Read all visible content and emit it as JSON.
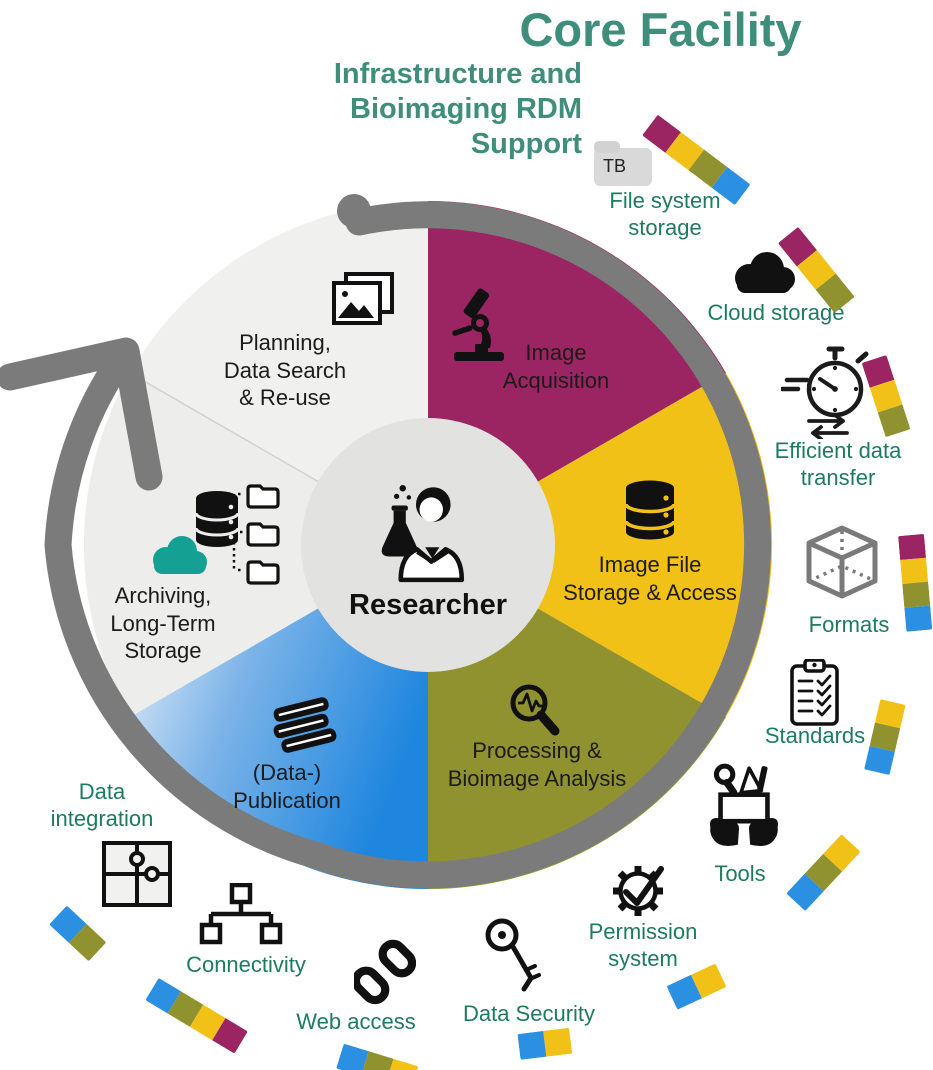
{
  "title": "Core Facility",
  "subtitle": "Infrastructure and\nBioimaging RDM\nSupport",
  "center": {
    "label": "Researcher",
    "icon": "researcher-icon"
  },
  "segments": [
    {
      "label": "Image\nAcquisition",
      "icon": "microscope-icon",
      "color": "maroon"
    },
    {
      "label": "Image File\nStorage & Access",
      "icon": "database-icon",
      "color": "yellow"
    },
    {
      "label": "Processing &\nBioimage Analysis",
      "icon": "magnifier-pulse-icon",
      "color": "olive"
    },
    {
      "label": "(Data-)\nPublication",
      "icon": "books-icon",
      "color": "publication_blue_gradient"
    },
    {
      "label": "Archiving,\nLong-Term\nStorage",
      "icon": "cloud-database-folders-icon",
      "color": "wedge_gray"
    },
    {
      "label": "Planning,\nData Search\n& Re-use",
      "icon": "photos-icon",
      "color": "wedge_gray"
    }
  ],
  "outer_items": [
    {
      "label": "File system\nstorage",
      "icon": "tb-folder-icon",
      "badge": "TB"
    },
    {
      "label": "Cloud storage",
      "icon": "cloud-icon"
    },
    {
      "label": "Efficient data\ntransfer",
      "icon": "stopwatch-transfer-icon"
    },
    {
      "label": "Formats",
      "icon": "cube-icon"
    },
    {
      "label": "Standards",
      "icon": "clipboard-checklist-icon"
    },
    {
      "label": "Tools",
      "icon": "toolbox-hands-icon"
    },
    {
      "label": "Permission\nsystem",
      "icon": "gear-check-icon"
    },
    {
      "label": "Data Security",
      "icon": "key-icon"
    },
    {
      "label": "Web access",
      "icon": "chain-link-icon"
    },
    {
      "label": "Connectivity",
      "icon": "network-icon"
    },
    {
      "label": "Data\nintegration",
      "icon": "puzzle-icon"
    }
  ],
  "colors": {
    "maroon": "#9B2462",
    "yellow": "#F1C117",
    "olive": "#90922F",
    "blue": "#2B8FE2",
    "publication_blue": "#1E86DE",
    "teal_label": "#1E7A63",
    "title_teal": "#3F8E7C",
    "ring_gray": "#7B7B7B",
    "wedge_gray": "#F0F0EE",
    "center_gray": "#E2E2E0",
    "cloud_teal": "#14A093",
    "black": "#1A1A1A"
  },
  "flags": [
    {
      "colors": [
        "maroon",
        "yellow",
        "olive",
        "blue"
      ]
    },
    {
      "colors": [
        "maroon",
        "yellow",
        "olive"
      ]
    },
    {
      "colors": [
        "maroon",
        "yellow",
        "olive"
      ]
    },
    {
      "colors": [
        "maroon",
        "yellow",
        "olive",
        "blue"
      ]
    },
    {
      "colors": [
        "yellow",
        "olive",
        "blue"
      ]
    },
    {
      "colors": [
        "yellow",
        "olive",
        "blue"
      ]
    },
    {
      "colors": [
        "blue",
        "yellow"
      ]
    },
    {
      "colors": [
        "blue",
        "yellow"
      ]
    },
    {
      "colors": [
        "blue",
        "olive",
        "yellow"
      ]
    },
    {
      "colors": [
        "blue",
        "olive",
        "yellow",
        "maroon"
      ]
    },
    {
      "colors": [
        "blue",
        "olive"
      ]
    }
  ]
}
